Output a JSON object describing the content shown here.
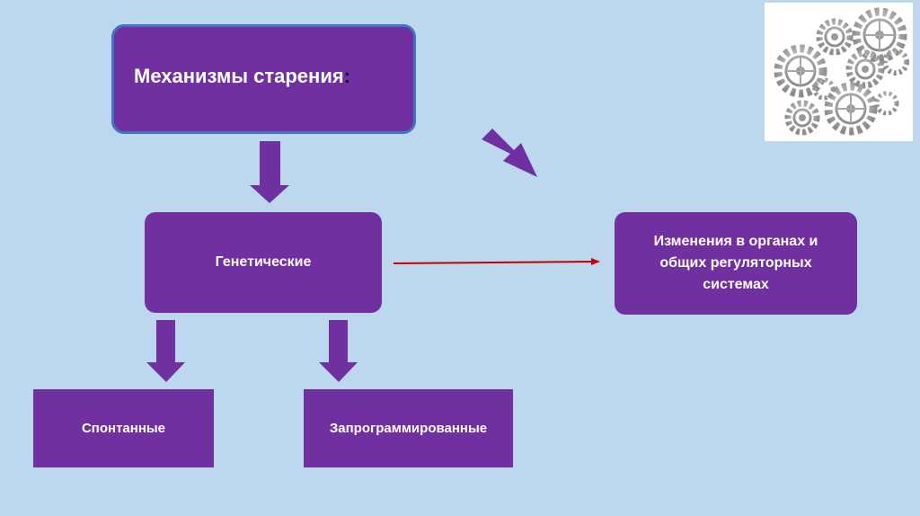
{
  "diagram": {
    "title": "Механизмы старения",
    "title_colon": ":",
    "genetic": "Генетические",
    "changes": "Изменения в органах и общих регуляторных системах",
    "spontaneous": "Спонтанные",
    "programmed": "Запрограммированные"
  },
  "colors": {
    "background": "#bdd7ee",
    "box_fill": "#7030a0",
    "box_text": "#ffffff",
    "connector_line": "#c00000",
    "image_bg": "#ffffff"
  },
  "image": {
    "icon": "gears-icon"
  }
}
